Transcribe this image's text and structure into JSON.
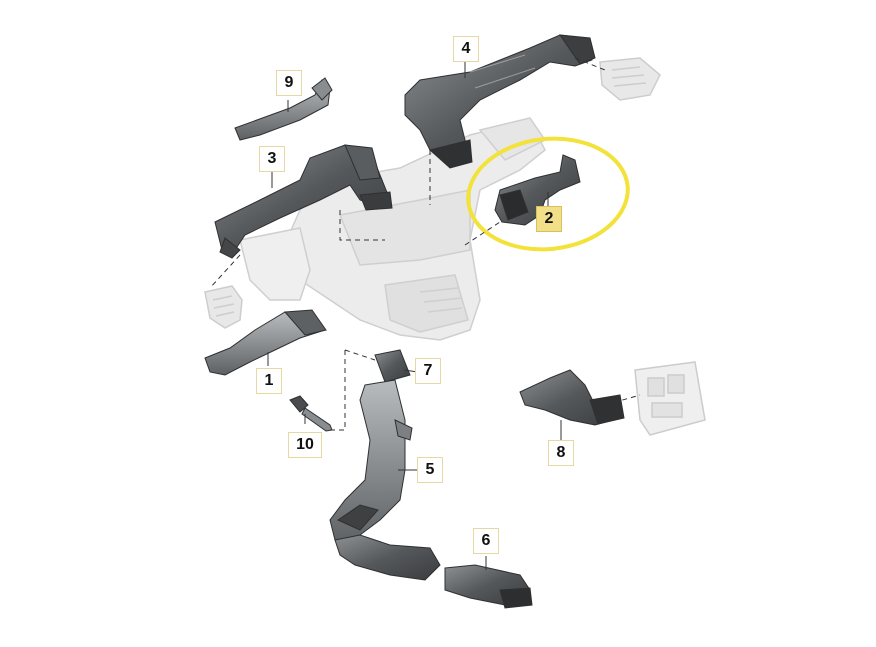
{
  "diagram": {
    "callouts": [
      {
        "id": "1",
        "label": "1"
      },
      {
        "id": "2",
        "label": "2",
        "highlighted": true
      },
      {
        "id": "3",
        "label": "3"
      },
      {
        "id": "4",
        "label": "4"
      },
      {
        "id": "5",
        "label": "5"
      },
      {
        "id": "6",
        "label": "6"
      },
      {
        "id": "7",
        "label": "7"
      },
      {
        "id": "8",
        "label": "8"
      },
      {
        "id": "9",
        "label": "9"
      },
      {
        "id": "10",
        "label": "10"
      }
    ],
    "colors": {
      "part_dark": "#4a4c4f",
      "part_mid": "#7a7d80",
      "part_light": "#b9bcbf",
      "ghost_part": "#e3e3e3",
      "highlight_ellipse": "#f2e23a",
      "callout_border": "#e7d8a3",
      "callout_highlight_fill": "#f2df8a"
    }
  }
}
